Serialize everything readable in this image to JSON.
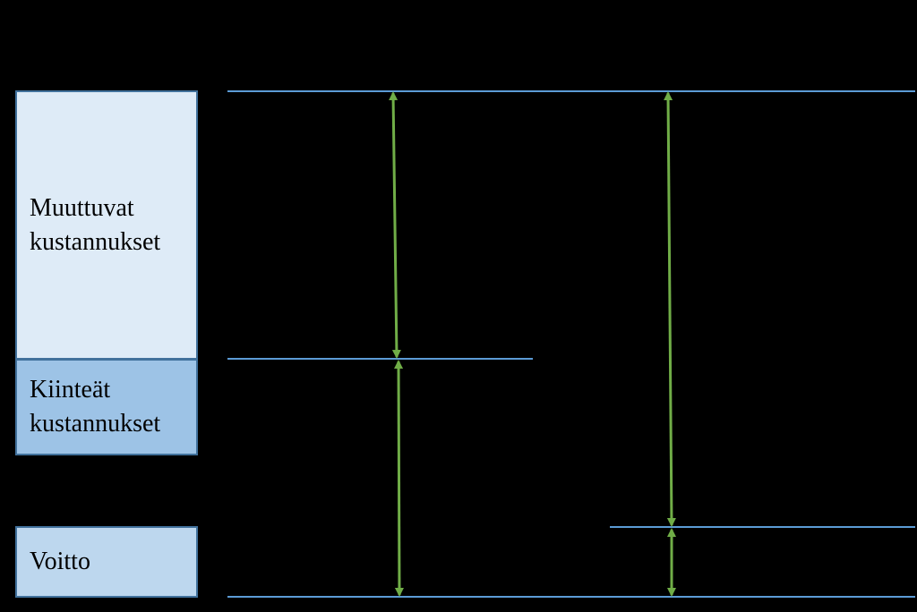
{
  "colors": {
    "background": "#000000",
    "variable_costs_fill": "#DEEBF7",
    "fixed_costs_fill": "#9DC3E6",
    "profit_fill": "#BDD7EE",
    "box_border": "#41719C",
    "level_line": "#5B9BD5",
    "arrow": "#70AD47"
  },
  "boxes": {
    "variable_costs": {
      "line1": "Muuttuvat",
      "line2": "kustannukset"
    },
    "fixed_costs": {
      "line1": "Kiinteät",
      "line2": "kustannukset"
    },
    "profit": {
      "label": "Voitto"
    }
  }
}
